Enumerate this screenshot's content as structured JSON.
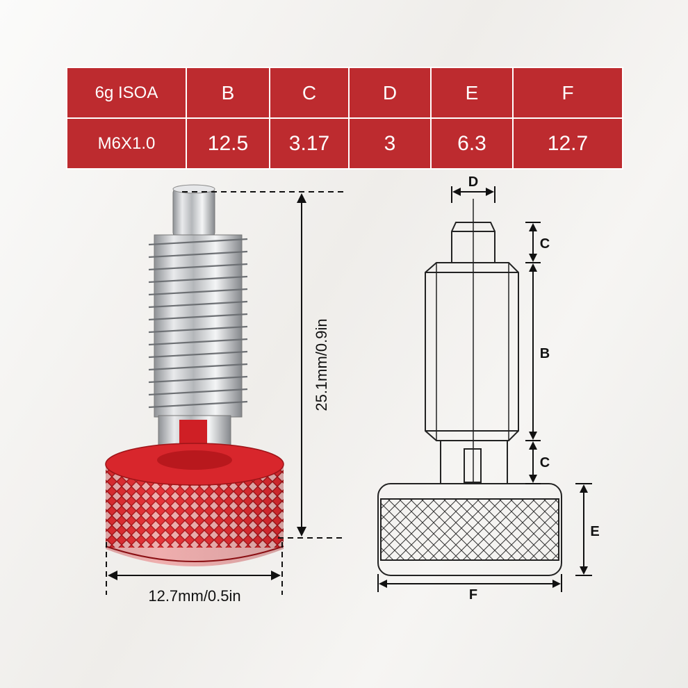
{
  "table": {
    "headers": [
      "6g ISOA",
      "B",
      "C",
      "D",
      "E",
      "F"
    ],
    "values": [
      "M6X1.0",
      "12.5",
      "3.17",
      "3",
      "6.3",
      "12.7"
    ]
  },
  "photo": {
    "height_label": "25.1mm/0.9in",
    "width_label": "12.7mm/0.5in"
  },
  "drawing": {
    "d_label": "D",
    "c_top_label": "C",
    "b_label": "B",
    "c_bottom_label": "C",
    "e_label": "E",
    "f_label": "F"
  },
  "colors": {
    "table_red": "#bd2b2f",
    "knob_red": "#d9262b",
    "steel": "#c7c9cc"
  }
}
